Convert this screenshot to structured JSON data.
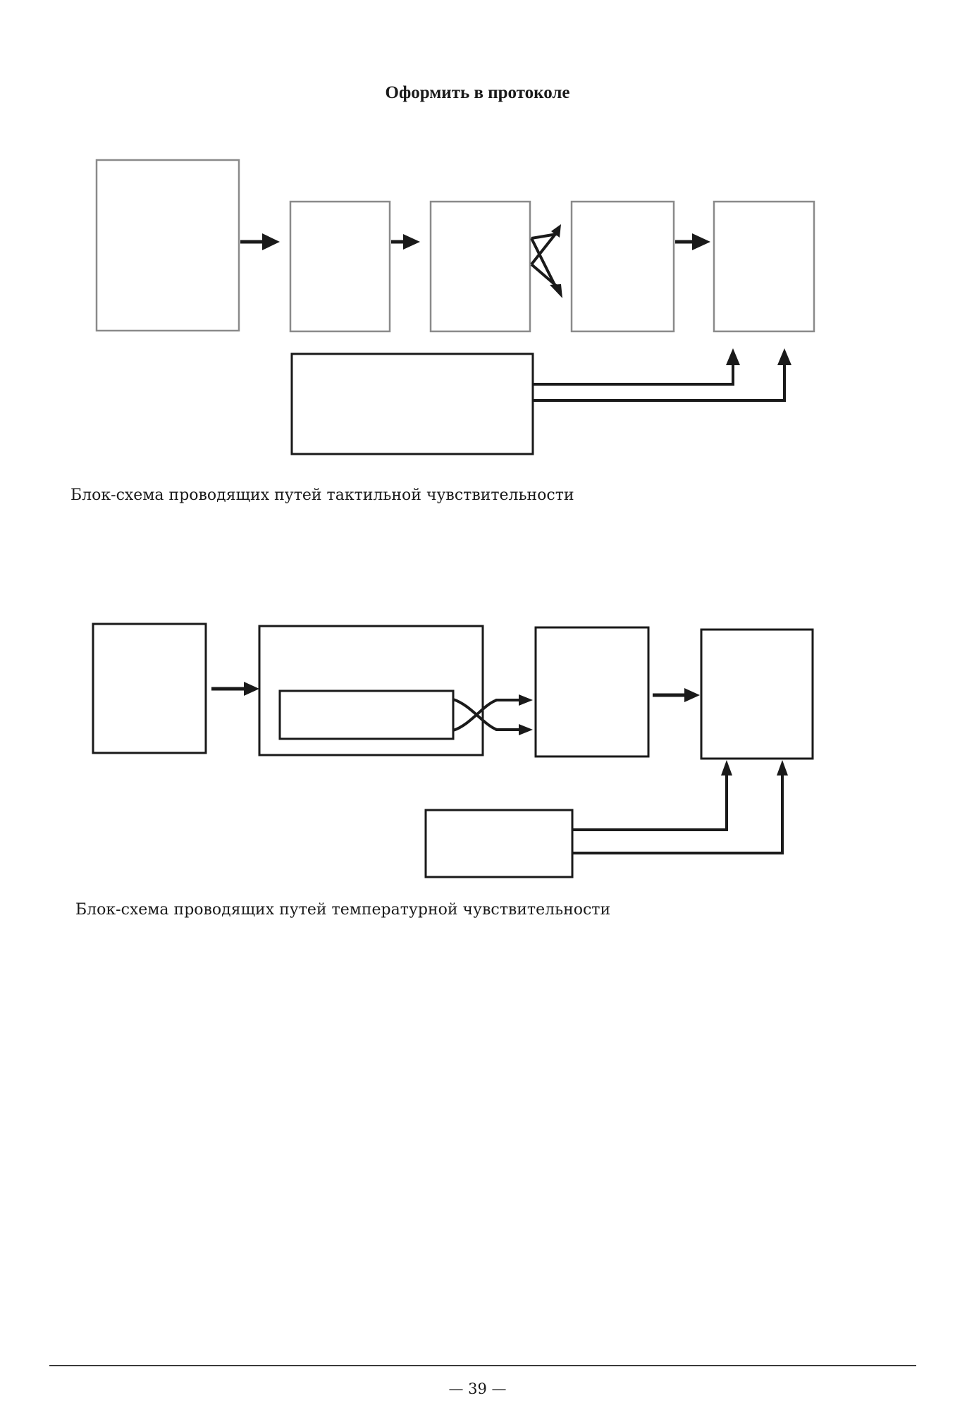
{
  "page": {
    "heading": "Оформить в протоколе",
    "page_number": "39",
    "page_number_display": "— 39 —"
  },
  "diagrams": [
    {
      "id": "tactile",
      "caption": "Блок-схема проводящих путей тактильной чувствительности",
      "blocks": [
        {
          "id": "receptor",
          "label": ""
        },
        {
          "id": "block-2",
          "label": ""
        },
        {
          "id": "block-3",
          "label": ""
        },
        {
          "id": "block-4",
          "label": ""
        },
        {
          "id": "block-5",
          "label": ""
        },
        {
          "id": "bottom-block",
          "label": ""
        }
      ]
    },
    {
      "id": "temperature",
      "caption": "Блок-схема проводящих путей температурной чувствительности",
      "blocks": [
        {
          "id": "receptor",
          "label": ""
        },
        {
          "id": "outer-block",
          "label": ""
        },
        {
          "id": "inner-block",
          "label": ""
        },
        {
          "id": "block-3",
          "label": ""
        },
        {
          "id": "block-4",
          "label": ""
        },
        {
          "id": "bottom-block",
          "label": ""
        }
      ]
    }
  ]
}
